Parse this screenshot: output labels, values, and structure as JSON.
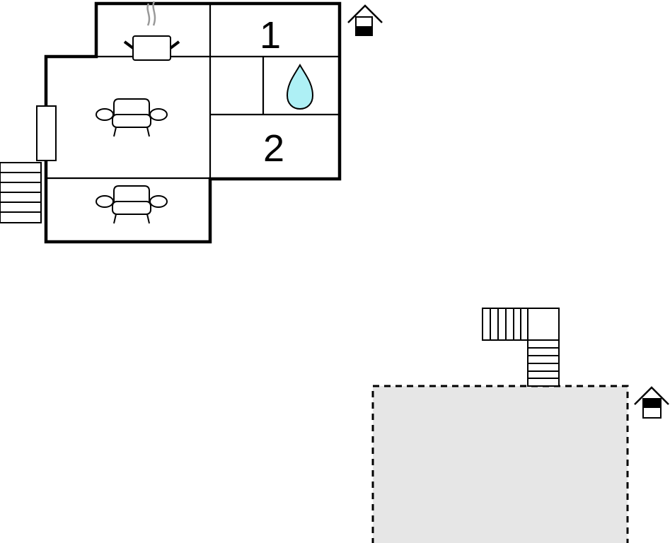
{
  "floorplan": {
    "rooms": [
      {
        "id": "bedroom-1",
        "label": "1"
      },
      {
        "id": "bedroom-2",
        "label": "2"
      }
    ],
    "icons": [
      "house-upper-floor-icon",
      "house-ground-floor-icon",
      "cooking-pot-icon",
      "water-drop-icon",
      "sofa-icon",
      "sofa-icon",
      "window-icon",
      "stairs-icon",
      "stairs-icon"
    ],
    "colors": {
      "wall": "#000000",
      "water": "#aef0f5",
      "terrace": "#e6e6e6",
      "steam": "#999999"
    }
  }
}
